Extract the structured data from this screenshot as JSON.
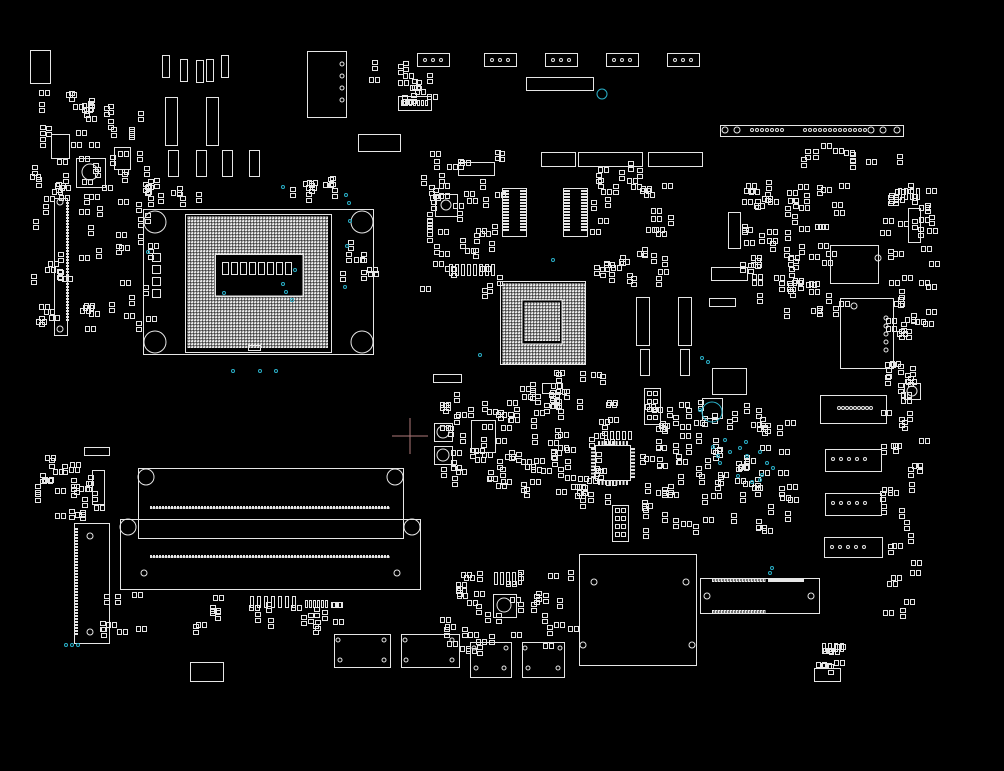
{
  "colors": {
    "background": "#000000",
    "outline": "#e6e6e6",
    "via": "#2ab0c8",
    "cursor": "#b07a7a"
  },
  "board": {
    "cpu_socket": "cpu-socket",
    "chipset_bga": "chipset-bga",
    "super_io": "super-io-chip",
    "dimm_slots": [
      "dimm-slot-a",
      "dimm-slot-b"
    ],
    "rear_io": [
      "usb-connector-1",
      "usb-connector-2",
      "rj45-jack",
      "audio-jack-stack"
    ],
    "serial_connectors": [
      "com-port-1",
      "com-port-2",
      "vga-connector",
      "lpt-header"
    ]
  }
}
